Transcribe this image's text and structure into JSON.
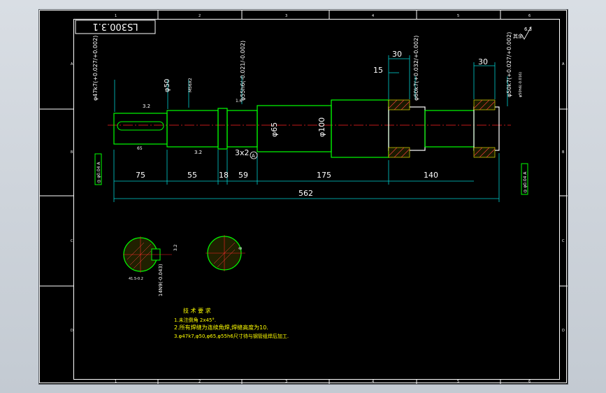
{
  "drawing": {
    "title_block_number": "LS300.3.1",
    "roughness_note": {
      "value": "6.3",
      "label": "其余"
    },
    "border_letters": [
      "A",
      "B",
      "C",
      "D"
    ],
    "border_numbers": [
      "1",
      "2",
      "3",
      "4",
      "5",
      "6"
    ],
    "dims": {
      "d30_left": "30",
      "d15": "15",
      "d30_right": "30",
      "d75": "75",
      "d55": "55",
      "d18": "18",
      "d59": "59",
      "d175": "175",
      "d140": "140",
      "d562": "562",
      "phi47": "φ47k7(+0.027/+0.002)",
      "phi50": "φ50",
      "m56": "M56X2",
      "phi55": "φ55h6(-0.021/-0.002)",
      "phi65": "φ65",
      "phi100": "φ100",
      "phi60": "φ60k7(+0.032/+0.002)",
      "phi50r": "φ50k7(+0.027/+0.002)",
      "phi50rb": "φ50h6(-0.016)",
      "thread": "3x2",
      "datum": "A",
      "rough32a": "3.2",
      "rough32b": "3.2",
      "rough16": "1.6",
      "keyway_len": "65",
      "tol_left": "◎ φ0.04 A",
      "tol_right": "◎ φ0.04 A",
      "section1_w": "14N9(-0.043)",
      "section1_h": "41.5-0.2",
      "section1_r": "3.2",
      "section2_mark": "8"
    },
    "notes": {
      "heading": "技 术 要 求",
      "line1": "1.未注倒角 2x45°.",
      "line2": "2.所有焊缝为连续角焊,焊缝高度为10.",
      "line3": "3.φ47k7,φ50,φ65,φ55h6尺寸待与钢管组焊后加工."
    }
  }
}
